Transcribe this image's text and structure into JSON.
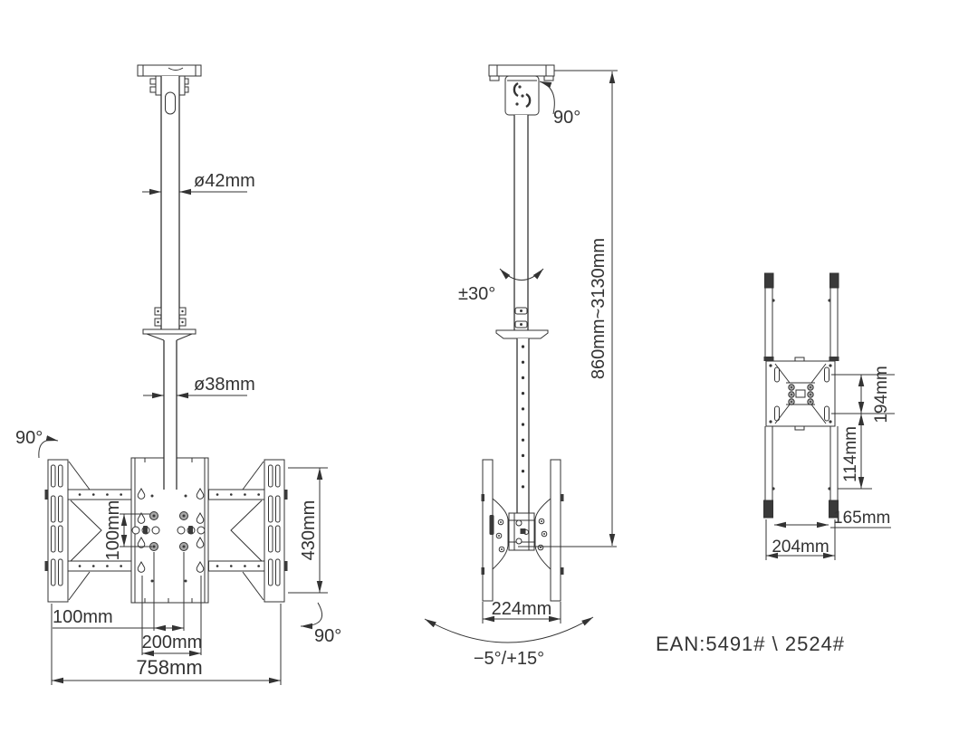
{
  "drawing_type": "tv-ceiling-mount-technical-drawing",
  "colors": {
    "line": "#333333",
    "bg": "#ffffff",
    "fill-gray": "#a8a8a8",
    "fill-dark": "#3a3a3a"
  },
  "labels": {
    "front": {
      "dia_upper": "ø42mm",
      "dia_lower": "ø38mm",
      "swivel_tl": "90°",
      "swivel_br": "90°",
      "vesa_v": "100mm",
      "height": "430mm",
      "offset_h": "100mm",
      "vesa_h": "200mm",
      "width": "758mm"
    },
    "side": {
      "swivel": "90°",
      "rotate": "±30°",
      "drop_range": "860mm~3130mm",
      "depth": "224mm",
      "tilt": "−5°/+15°"
    },
    "rear": {
      "span": "194mm",
      "offset": "114mm",
      "inner": "165mm",
      "outer": "204mm"
    },
    "footer": {
      "ean": "EAN:5491#  \\  2524#"
    }
  }
}
